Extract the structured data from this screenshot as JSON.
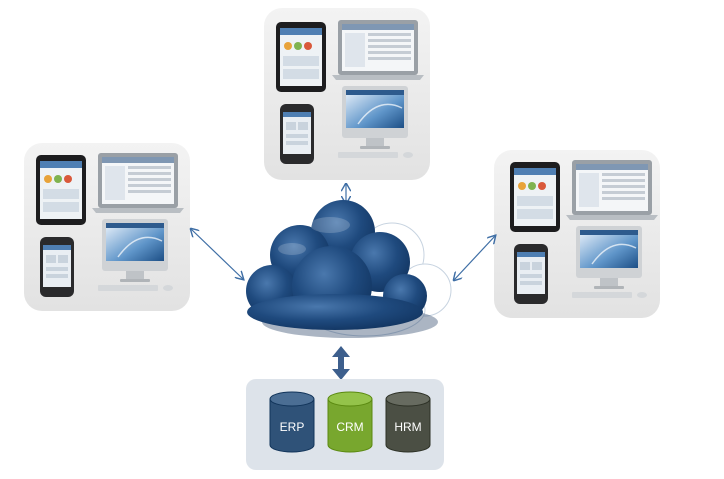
{
  "databases": [
    {
      "label": "ERP",
      "color": "#2f5278"
    },
    {
      "label": "CRM",
      "color": "#78a72e"
    },
    {
      "label": "HRM",
      "color": "#4b4f44"
    }
  ],
  "device_groups": [
    {
      "name": "devices-left"
    },
    {
      "name": "devices-top"
    },
    {
      "name": "devices-right"
    }
  ],
  "colors": {
    "cloud": "#1f4a7e",
    "cloud_shadow": "#0f2c52",
    "cloud_highlight": "#3f70a8",
    "panel": "#e9e9e9",
    "db_panel": "#dde3ea",
    "connector": "#3e6ea5",
    "big_arrow": "#3d5f8d"
  }
}
